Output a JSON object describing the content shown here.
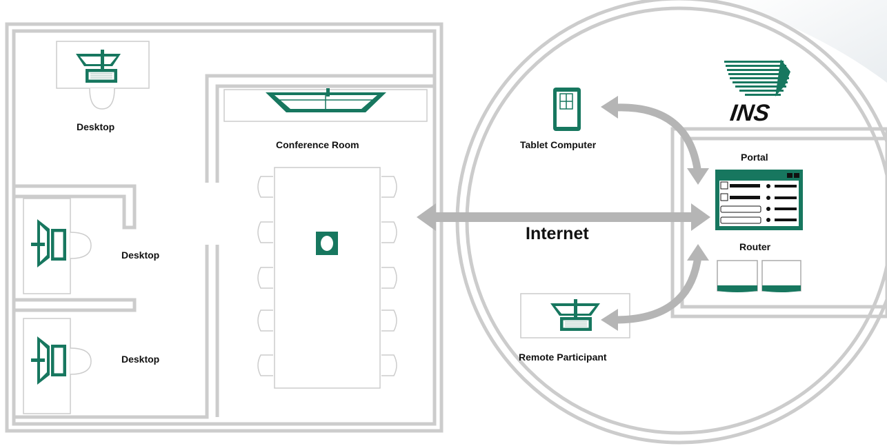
{
  "labels": {
    "desktop_top": "Desktop",
    "desktop_mid": "Desktop",
    "desktop_bottom": "Desktop",
    "conference_room": "Conference Room",
    "internet": "Internet",
    "tablet": "Tablet Computer",
    "portal": "Portal",
    "router": "Router",
    "remote": "Remote Participant"
  },
  "logo": {
    "text": "INS"
  },
  "colors": {
    "accent_green": "#17775f",
    "wall_gray": "#cccccc",
    "arrow_gray": "#b5b5b5",
    "text": "#111111"
  }
}
